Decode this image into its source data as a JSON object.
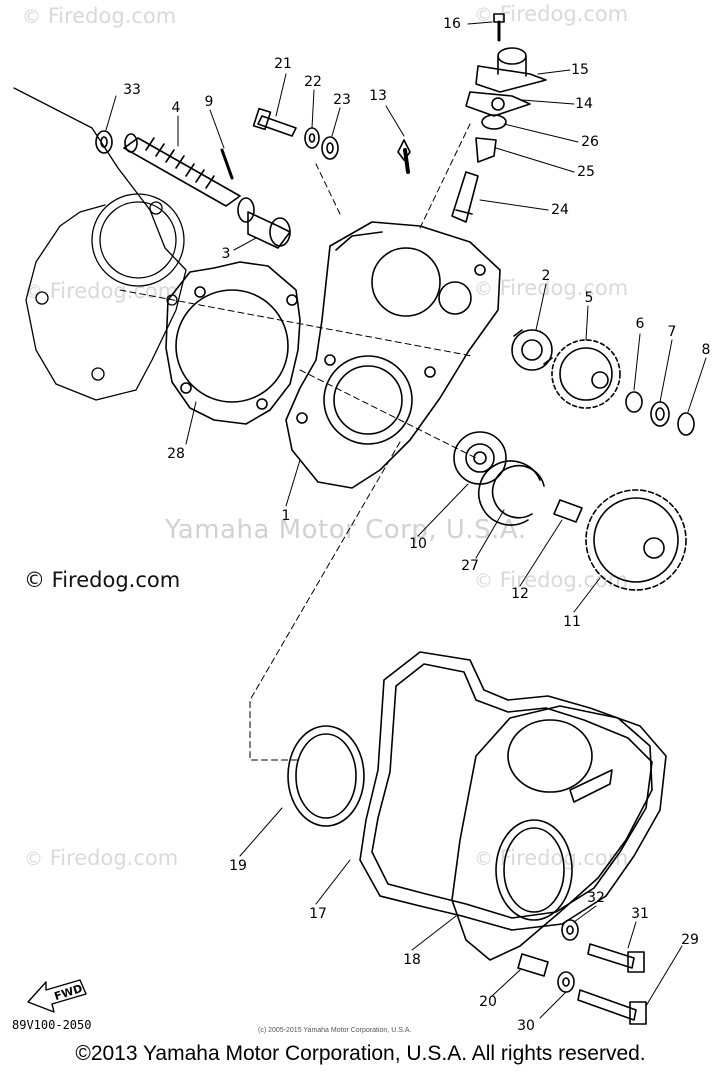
{
  "watermarks": {
    "site": "Firedog.com",
    "symbol": "©",
    "main": "© Firedog.com",
    "center": "Yamaha Motor Corp, U.S.A."
  },
  "part_labels": [
    "1",
    "2",
    "3",
    "4",
    "5",
    "6",
    "7",
    "8",
    "9",
    "10",
    "11",
    "12",
    "13",
    "14",
    "15",
    "16",
    "17",
    "18",
    "19",
    "20",
    "21",
    "22",
    "23",
    "24",
    "25",
    "26",
    "27",
    "28",
    "29",
    "30",
    "31",
    "32",
    "33"
  ],
  "fwd_label": "FWD",
  "diagram_code": "89V100-2050",
  "small_copyright": "(c) 2005-2015 Yamaha Motor Corporation, U.S.A.",
  "footer": "©2013 Yamaha Motor Corporation, U.S.A. All rights reserved."
}
